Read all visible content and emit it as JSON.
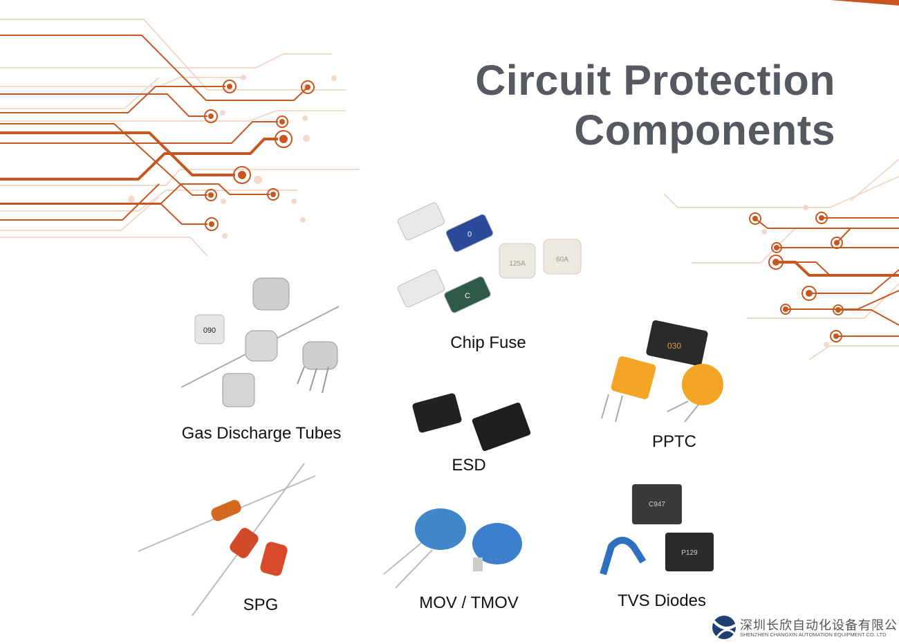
{
  "title": {
    "line1": "Circuit Protection",
    "line2": "Components"
  },
  "products": [
    {
      "label": "Chip Fuse"
    },
    {
      "label": "Gas Discharge Tubes"
    },
    {
      "label": "PPTC"
    },
    {
      "label": "ESD"
    },
    {
      "label": "SPG"
    },
    {
      "label": "MOV / TMOV"
    },
    {
      "label": "TVS Diodes"
    }
  ],
  "chip_markings": [
    "0",
    "125A",
    "60A",
    "C",
    "090",
    "030",
    "C947",
    "P129"
  ],
  "company": {
    "name_cn": "深圳长欣自动化设备有限公司",
    "name_en": "SHENZHEN CHANGXIN AUTOMATION EQUIPMENT CO. LTD"
  },
  "colors": {
    "accent": "#c8561e",
    "title": "#555a60",
    "logo": "#1f3f73"
  }
}
